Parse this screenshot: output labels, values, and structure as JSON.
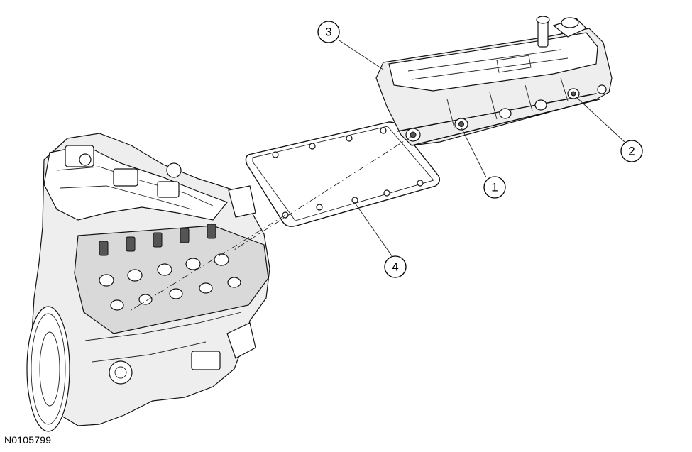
{
  "figure": {
    "id": "N0105799"
  },
  "callouts": [
    {
      "number": "1"
    },
    {
      "number": "2"
    },
    {
      "number": "3"
    },
    {
      "number": "4"
    }
  ]
}
